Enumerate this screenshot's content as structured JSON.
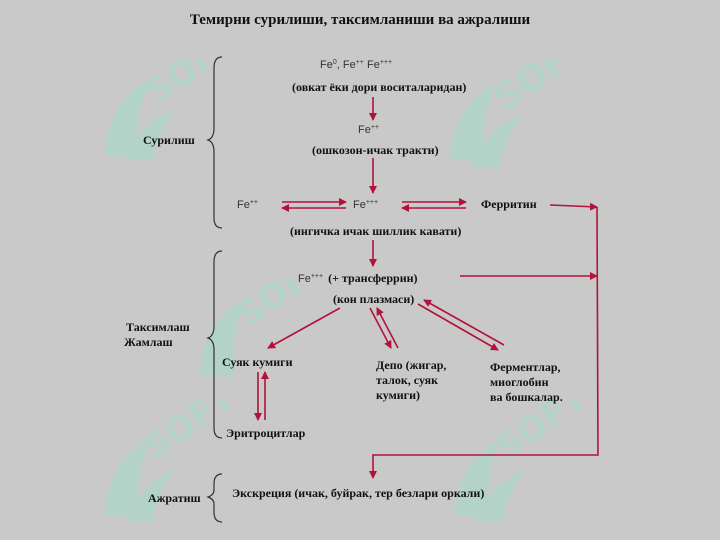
{
  "title": "Темирни сурилиши, таксимланиши ва ажралиши",
  "sections": {
    "absorption": "Сурилиш",
    "distribution": [
      "Таксимлаш",
      "Жамлаш"
    ],
    "excretion": "Ажратиш"
  },
  "nodes": {
    "fe_sources": {
      "fe0": "Fe",
      "fe0_sup": "0",
      "sep": ",",
      "fe2": "Fe",
      "fe2_sup": "++",
      "fe3": "Fe",
      "fe3_sup": "+++"
    },
    "food_label": "(овкат ёки дори воситаларидан)",
    "fe2_stomach": {
      "fe": "Fe",
      "sup": "++"
    },
    "stomach_label": "(ошкозон-ичак тракти)",
    "fe2_left": {
      "fe": "Fe",
      "sup": "++"
    },
    "fe3_middle": {
      "fe": "Fe",
      "sup": "+++"
    },
    "ferritin": "Ферритин",
    "intestine_label": "(ингичка ичак шиллик кавати)",
    "fe3_transferrin": {
      "fe": "Fe",
      "sup": "+++",
      "text": "(+ трансферрин)"
    },
    "plasma_label": "(кон плазмаси)",
    "bone_marrow": "Суяк кумиги",
    "depot": [
      "Депо (жигар,",
      "талок, суяк",
      "кумиги)"
    ],
    "enzymes": [
      "Ферментлар,",
      "миоглобин",
      "ва бошкалар."
    ],
    "erythrocytes": "Эритроцитлар",
    "excretion_text": "Экскреция (ичак, буйрак, тер безлари оркали)"
  },
  "watermark": {
    "text": "SOFT",
    "icon": "leaf-logo-icon"
  },
  "colors": {
    "background": "#c9c9c9",
    "arrow": "#b3123a",
    "bracket": "#333333",
    "watermark": "#8fe6c8"
  }
}
